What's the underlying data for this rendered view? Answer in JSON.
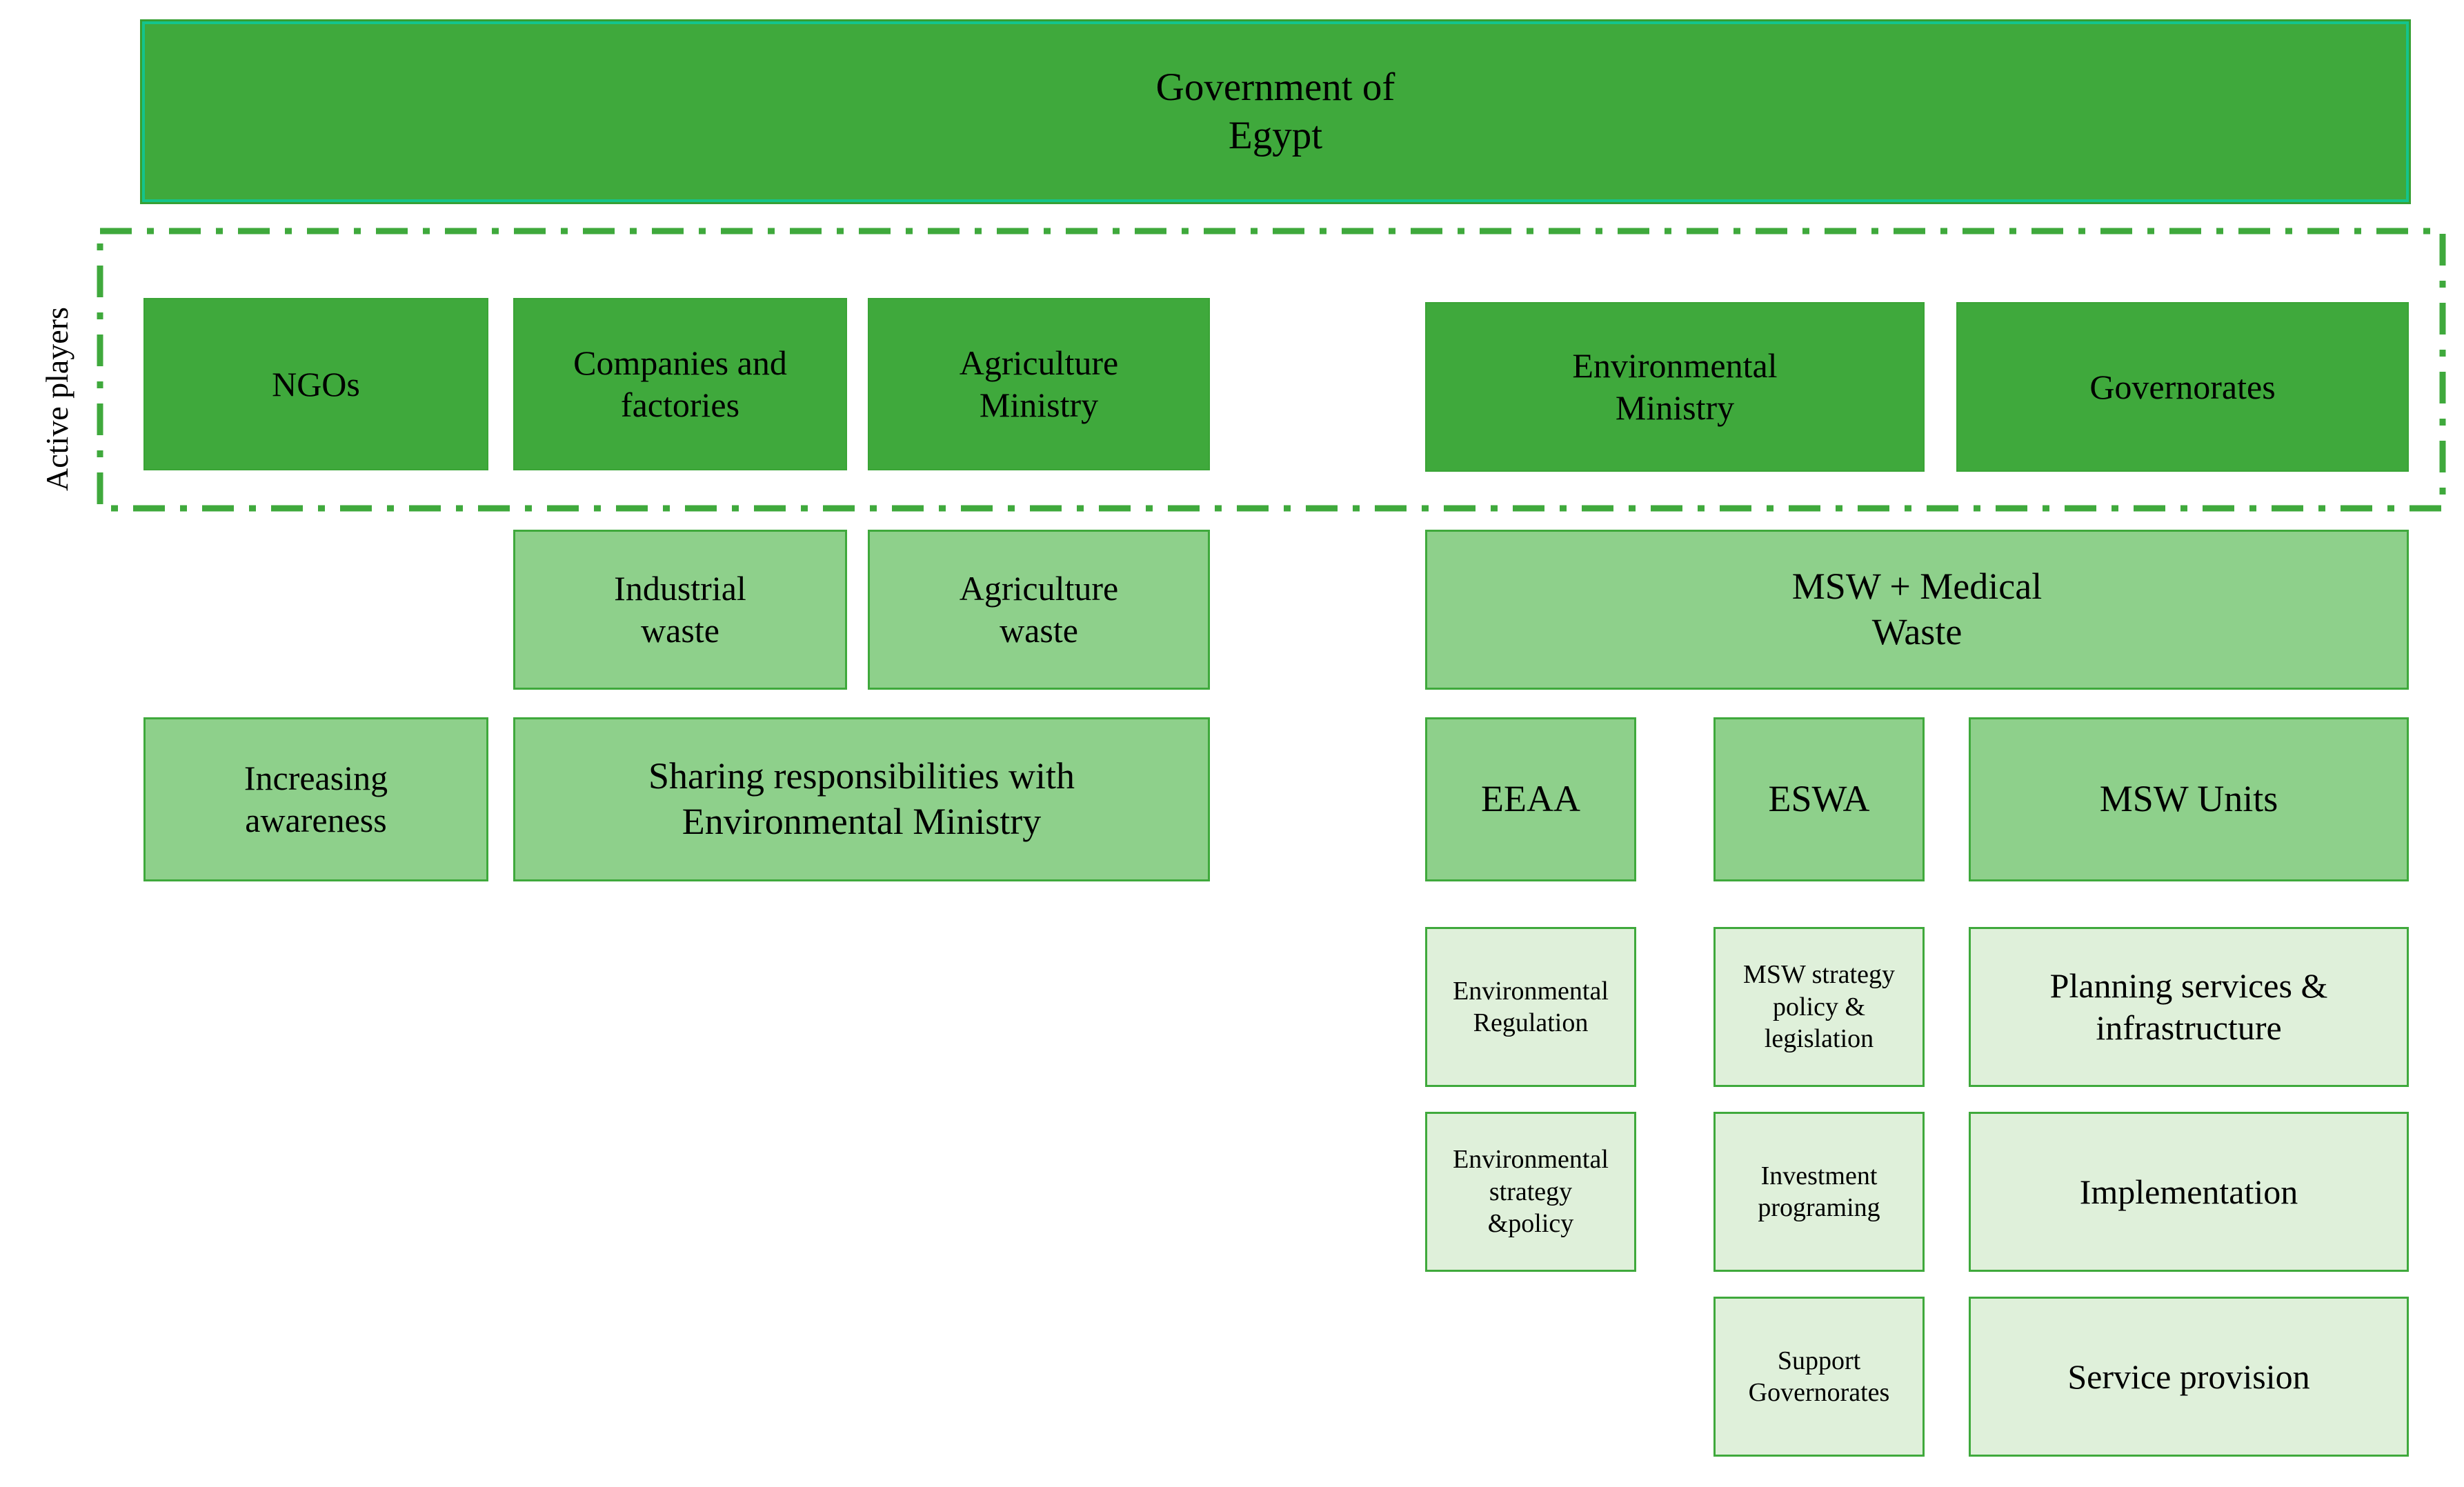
{
  "diagram": {
    "title": "Egypt waste management governance hierarchy",
    "side_label": "Active players",
    "colors": {
      "dark_green": "#3fa93c",
      "mid_green": "#8ed08b",
      "light_green": "#dff0da",
      "border_green": "#3fa93c",
      "accent_teal": "#14c48c",
      "text": "#000000",
      "background": "#ffffff"
    },
    "root": {
      "label": "Government of\nEgypt"
    },
    "active_players": [
      {
        "label": "NGOs"
      },
      {
        "label": "Companies and\nfactories"
      },
      {
        "label": "Agriculture\nMinistry"
      },
      {
        "label": "Environmental\nMinistry"
      },
      {
        "label": "Governorates"
      }
    ],
    "waste_streams": [
      {
        "label": "Industrial\nwaste"
      },
      {
        "label": "Agriculture\nwaste"
      },
      {
        "label": "MSW + Medical\nWaste"
      }
    ],
    "responsibilities": [
      {
        "label": "Increasing\nawareness"
      },
      {
        "label": "Sharing responsibilities with\nEnvironmental Ministry"
      }
    ],
    "agencies": [
      {
        "label": "EEAA"
      },
      {
        "label": "ESWA"
      },
      {
        "label": "MSW Units"
      }
    ],
    "eeaa_functions": [
      {
        "label": "Environmental\nRegulation"
      },
      {
        "label": "Environmental\nstrategy\n&policy"
      }
    ],
    "eswa_functions": [
      {
        "label": "MSW strategy\npolicy &\nlegislation"
      },
      {
        "label": "Investment\nprograming"
      },
      {
        "label": "Support\nGovernorates"
      }
    ],
    "msw_unit_functions": [
      {
        "label": "Planning services &\ninfrastructure"
      },
      {
        "label": "Implementation"
      },
      {
        "label": "Service provision"
      }
    ]
  }
}
